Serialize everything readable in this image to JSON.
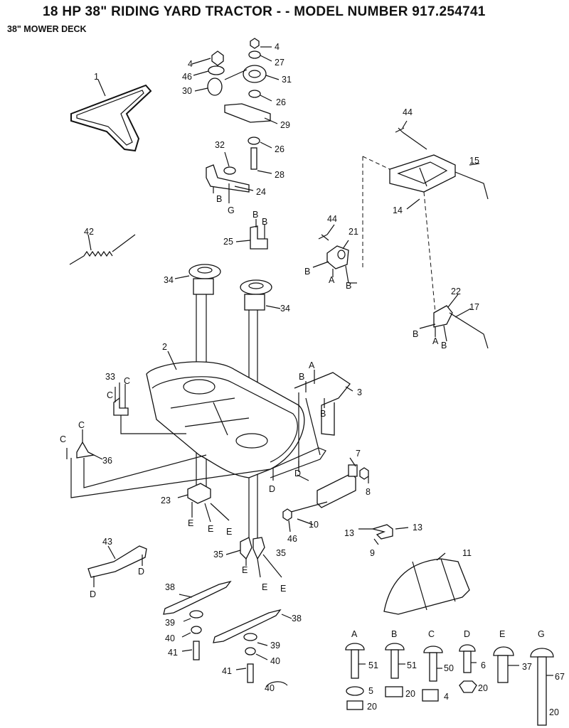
{
  "header": {
    "title": "18 HP 38\" RIDING YARD TRACTOR - - MODEL NUMBER 917.254741",
    "subtitle": "38\" MOWER DECK"
  },
  "callouts": {
    "p1": "1",
    "p2": "2",
    "p3": "3",
    "p4a": "4",
    "p4b": "4",
    "p7": "7",
    "p8": "8",
    "p9": "9",
    "p10": "10",
    "p11": "11",
    "p13a": "13",
    "p13b": "13",
    "p14": "14",
    "p15": "15",
    "p17": "17",
    "p21": "21",
    "p22": "22",
    "p23": "23",
    "p24": "24",
    "p25": "25",
    "p26a": "26",
    "p26b": "26",
    "p27": "27",
    "p28": "28",
    "p29": "29",
    "p30": "30",
    "p31": "31",
    "p32": "32",
    "p33": "33",
    "p34a": "34",
    "p34b": "34",
    "p35a": "35",
    "p35b": "35",
    "p36": "36",
    "p38a": "38",
    "p38b": "38",
    "p39a": "39",
    "p39b": "39",
    "p40a": "40",
    "p40b": "40",
    "p40c": "40",
    "p41a": "41",
    "p41b": "41",
    "p42": "42",
    "p43": "43",
    "p44a": "44",
    "p44b": "44",
    "p46a": "46",
    "p46b": "46"
  },
  "refs": {
    "b1": "B",
    "g1": "G",
    "b2": "B",
    "b3": "B",
    "a1": "A",
    "b4": "B",
    "b5": "B",
    "b6": "B",
    "a2": "A",
    "b7": "B",
    "c1": "C",
    "c2": "C",
    "c3": "C",
    "c4": "C",
    "a3": "A",
    "b8": "B",
    "b9": "B",
    "d1": "D",
    "d2": "D",
    "e1": "E",
    "e2": "E",
    "e3": "E",
    "e4": "E",
    "e5": "E",
    "e6": "E",
    "d3": "D",
    "d4": "D"
  },
  "hardware_key": [
    {
      "letter": "A",
      "bolt": "51",
      "washer": "5",
      "nut": "20"
    },
    {
      "letter": "B",
      "bolt": "51",
      "nut": "20"
    },
    {
      "letter": "C",
      "bolt": "50",
      "nut": "4"
    },
    {
      "letter": "D",
      "bolt": "6",
      "nut": "20"
    },
    {
      "letter": "E",
      "bolt": "37"
    },
    {
      "letter": "G",
      "bolt": "67",
      "nut": "20"
    }
  ]
}
